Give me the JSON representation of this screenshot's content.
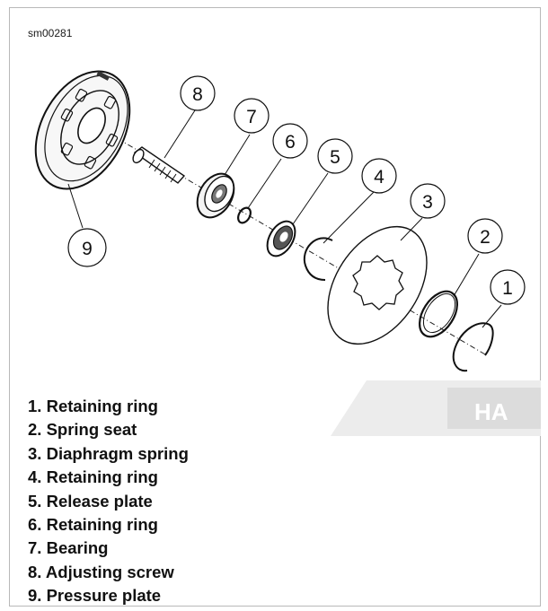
{
  "figure_id": "sm00281",
  "callouts": [
    "1",
    "2",
    "3",
    "4",
    "5",
    "6",
    "7",
    "8",
    "9"
  ],
  "legend": [
    {
      "num": "1.",
      "label": "Retaining ring"
    },
    {
      "num": "2.",
      "label": "Spring seat"
    },
    {
      "num": "3.",
      "label": "Diaphragm spring"
    },
    {
      "num": "4.",
      "label": "Retaining ring"
    },
    {
      "num": "5.",
      "label": "Release plate"
    },
    {
      "num": "6.",
      "label": "Retaining ring"
    },
    {
      "num": "7.",
      "label": "Bearing"
    },
    {
      "num": "8.",
      "label": "Adjusting screw"
    },
    {
      "num": "9.",
      "label": "Pressure plate"
    }
  ],
  "watermark_text": "HA",
  "colors": {
    "ink": "#111111",
    "frame": "#b8b8b8",
    "watermark": "#e6e6e6"
  }
}
